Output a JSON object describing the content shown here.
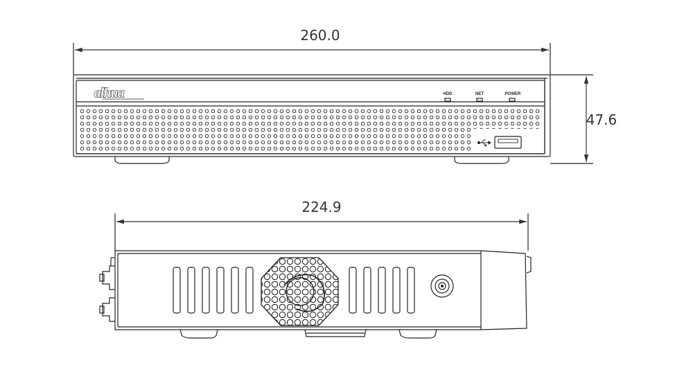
{
  "dimensions": {
    "front_width": "260.0",
    "front_height": "47.6",
    "side_width": "224.9"
  },
  "front_panel": {
    "brand": "alhua",
    "indicators": [
      "HDD",
      "NET",
      "POWER"
    ],
    "usb_icon": "usb-icon"
  },
  "side_panel": {
    "fan_icon": "fan-grille-icon",
    "connector_icon": "coaxial-connector-icon"
  },
  "colors": {
    "line": "#222222",
    "dimension": "#333333",
    "background": "#ffffff"
  }
}
